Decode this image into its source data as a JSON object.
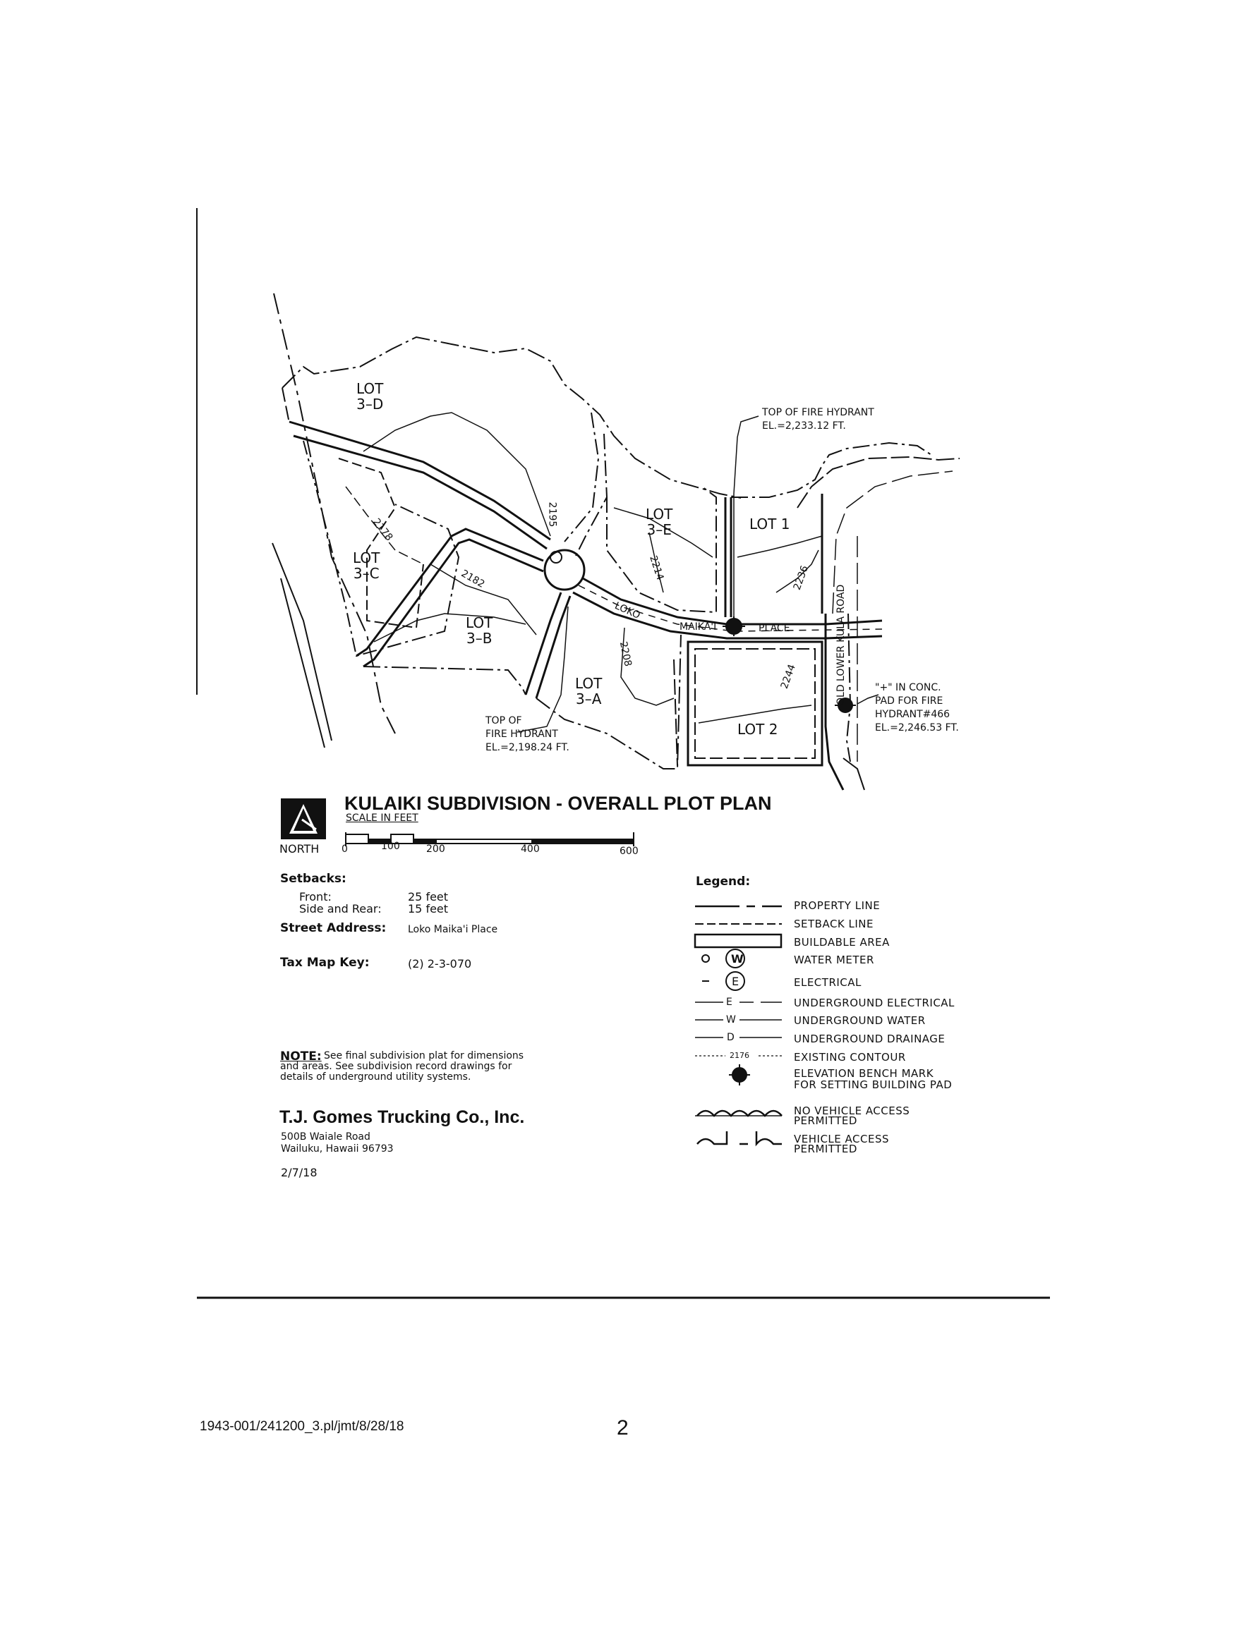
{
  "map": {
    "lots": {
      "lot_3d": "LOT\n3–D",
      "lot_3c": "LOT\n3–C",
      "lot_3b": "LOT\n3–B",
      "lot_3a": "LOT\n3–A",
      "lot_3e": "LOT\n3–E",
      "lot_1": "LOT 1",
      "lot_2": "LOT 2"
    },
    "contours": [
      "2178",
      "2182",
      "2195",
      "2214",
      "2236",
      "2208",
      "2244"
    ],
    "street_loko": "LOKO",
    "street_maikai": "MAIKA'I",
    "street_place": "PLACE",
    "old_road": "OLD LOWER KULA ROAD",
    "hydrant_top_right": "TOP OF FIRE HYDRANT\nEL.=2,233.12 FT.",
    "hydrant_bottom_left": "TOP OF\nFIRE HYDRANT\nEL.=2,198.24 FT.",
    "hydrant_right": "\"+\" IN CONC.\nPAD FOR FIRE\nHYDRANT#466\nEL.=2,246.53 FT."
  },
  "title_block": {
    "title": "KULAIKI SUBDIVISION - OVERALL PLOT PLAN",
    "scale_label": "SCALE IN FEET",
    "north": "NORTH",
    "scale_ticks": [
      "0",
      "100",
      "200",
      "400",
      "600"
    ]
  },
  "info": {
    "setbacks_label": "Setbacks:",
    "front_label": "Front:",
    "front_value": "25 feet",
    "side_label": "Side and Rear:",
    "side_value": "15 feet",
    "street_label": "Street Address:",
    "street_value": "Loko Maika'i Place",
    "tmk_label": "Tax Map Key:",
    "tmk_value": "(2) 2-3-070",
    "note_label": "NOTE:",
    "note_text": "See final subdivision plat for dimensions\nand areas. See subdivision record drawings for\ndetails of underground utility systems.",
    "company": "T.J. Gomes Trucking Co., Inc.",
    "address1": "500B Waiale Road",
    "address2": "Wailuku, Hawaii   96793",
    "date": "2/7/18"
  },
  "legend": {
    "title": "Legend:",
    "items": [
      {
        "symbol": "",
        "label": "PROPERTY LINE"
      },
      {
        "symbol": "",
        "label": "SETBACK LINE"
      },
      {
        "symbol": "",
        "label": "BUILDABLE AREA"
      },
      {
        "symbol": "W",
        "label": "WATER METER"
      },
      {
        "symbol": "E",
        "label": "ELECTRICAL"
      },
      {
        "symbol": "E",
        "label": "UNDERGROUND ELECTRICAL"
      },
      {
        "symbol": "W",
        "label": "UNDERGROUND WATER"
      },
      {
        "symbol": "D",
        "label": "UNDERGROUND DRAINAGE"
      },
      {
        "symbol": "2176",
        "label": "EXISTING CONTOUR"
      },
      {
        "symbol": "",
        "label": "ELEVATION BENCH MARK\nFOR SETTING BUILDING PAD"
      },
      {
        "symbol": "",
        "label": "NO VEHICLE ACCESS\nPERMITTED"
      },
      {
        "symbol": "",
        "label": "VEHICLE ACCESS\nPERMITTED"
      }
    ]
  },
  "footer": {
    "doc_ref": "1943-001/241200_3.pl/jmt/8/28/18",
    "page_number": "2"
  }
}
